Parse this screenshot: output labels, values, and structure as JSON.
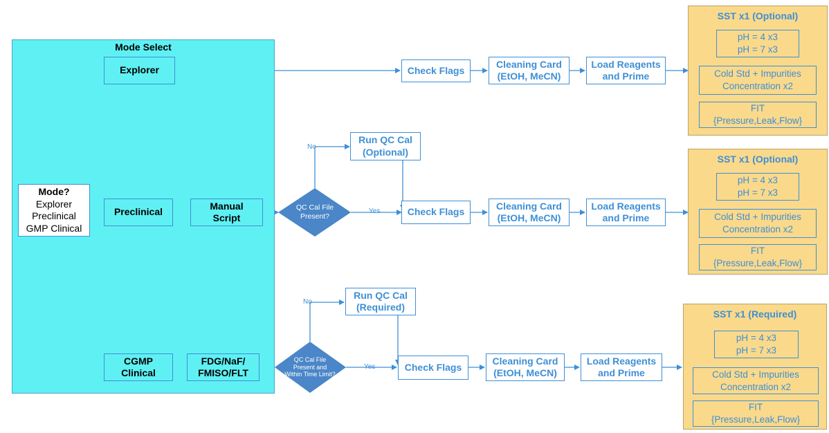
{
  "mode_select": {
    "title": "Mode Select",
    "mode_box": {
      "title": "Mode?",
      "options": [
        "Explorer",
        "Preclinical",
        "GMP Clinical"
      ]
    },
    "explorer": "Explorer",
    "preclinical": "Preclinical",
    "manual_script": [
      "Manual",
      "Script"
    ],
    "cgmp": [
      "CGMP",
      "Clinical"
    ],
    "tracers": [
      "FDG/NaF/",
      "FMISO/FLT"
    ]
  },
  "common": {
    "check_flags": "Check Flags",
    "cleaning_card": [
      "Cleaning Card",
      "(EtOH, MeCN)"
    ],
    "load_reagents": [
      "Load Reagents",
      "and Prime"
    ],
    "ph": [
      "pH = 4 x3",
      "pH = 7 x3"
    ],
    "cold_std": [
      "Cold Std + Impurities",
      "Concentration x2"
    ],
    "fit": [
      "FIT",
      "{Pressure,Leak,Flow}"
    ]
  },
  "row1": {
    "sst_title": "SST x1 (Optional)"
  },
  "row2": {
    "decision": "QC Cal File Present?",
    "no_label": "No",
    "yes_label": "Yes",
    "run_qc": [
      "Run QC Cal",
      "(Optional)"
    ],
    "sst_title": "SST x1 (Optional)"
  },
  "row3": {
    "decision": "QC Cal File Present and Within Time Limit?",
    "no_label": "No",
    "yes_label": "Yes",
    "run_qc": [
      "Run QC Cal",
      "(Required)"
    ],
    "sst_title": "SST x1 (Required)"
  },
  "colors": {
    "panel_fill": "#5ff0f3",
    "line_blue": "#3e8fd6",
    "diamond_fill": "#4a86c8",
    "sst_fill": "#fbd98a"
  }
}
